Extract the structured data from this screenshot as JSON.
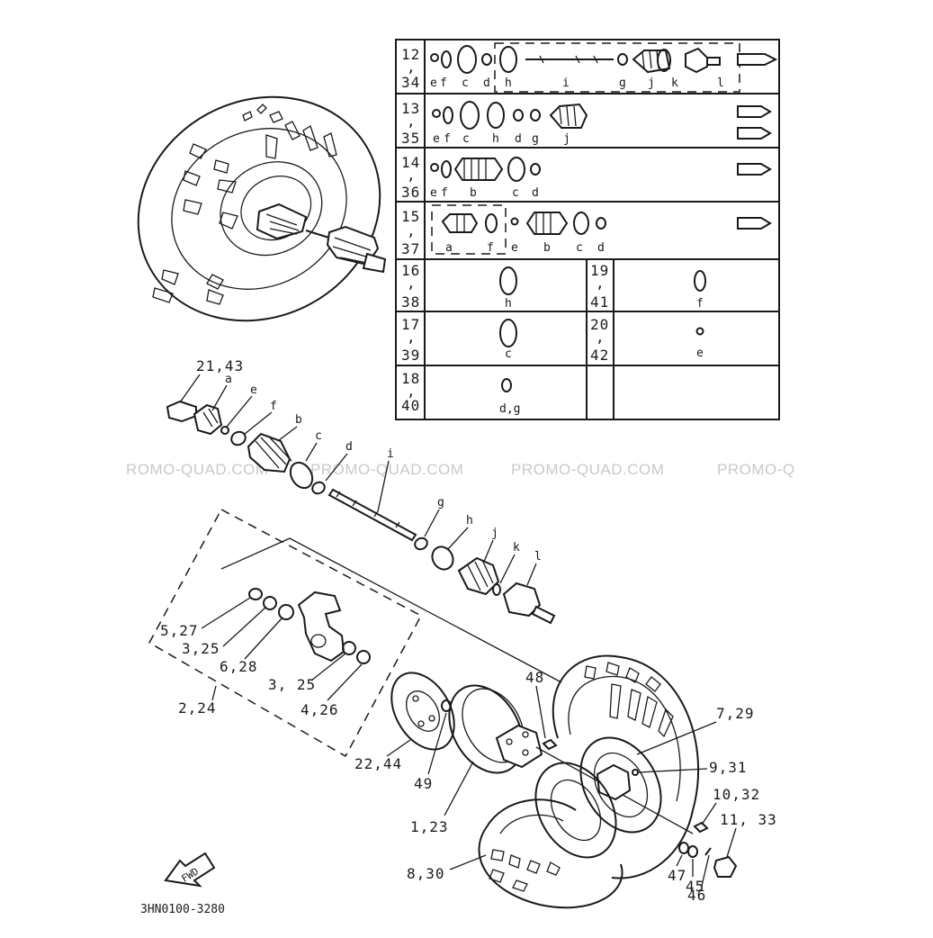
{
  "watermark": [
    "ROMO-QUAD.COM",
    "PROMO-QUAD.COM",
    "PROMO-QUAD.COM",
    "PROMO-Q"
  ],
  "diagram_code": "3HN0100-3280",
  "fwd_label": "FWD",
  "table": {
    "rows": [
      {
        "no_a": "12",
        "sep": ",",
        "no_b": "34",
        "letters": [
          "e",
          "f",
          "c",
          "d",
          "h",
          "i",
          "g",
          "j",
          "k",
          "l"
        ]
      },
      {
        "no_a": "13",
        "sep": ",",
        "no_b": "35",
        "letters": [
          "e",
          "f",
          "c",
          "h",
          "d",
          "g",
          "j"
        ]
      },
      {
        "no_a": "14",
        "sep": ",",
        "no_b": "36",
        "letters": [
          "e",
          "f",
          "b",
          "c",
          "d"
        ]
      },
      {
        "no_a": "15",
        "sep": ",",
        "no_b": "37",
        "letters": [
          "a",
          "f",
          "e",
          "b",
          "c",
          "d"
        ]
      }
    ],
    "cells": [
      {
        "no_a": "16",
        "sep": ",",
        "no_b": "38",
        "letter": "h"
      },
      {
        "no_a": "19",
        "sep": ",",
        "no_b": "41",
        "letter": "f"
      },
      {
        "no_a": "17",
        "sep": ",",
        "no_b": "39",
        "letter": "c"
      },
      {
        "no_a": "20",
        "sep": ",",
        "no_b": "42",
        "letter": "e"
      },
      {
        "no_a": "18",
        "sep": ",",
        "no_b": "40",
        "letter": "d,g"
      }
    ]
  },
  "callouts": {
    "c21_43": "21,43",
    "a": "a",
    "e": "e",
    "f": "f",
    "b": "b",
    "c": "c",
    "d": "d",
    "i": "i",
    "g": "g",
    "h": "h",
    "j": "j",
    "k": "k",
    "l": "l",
    "c5_27": "5,27",
    "c3_25a": "3,25",
    "c6_28": "6,28",
    "c3_25b": "3, 25",
    "c2_24": "2,24",
    "c4_26": "4,26",
    "c22_44": "22,44",
    "c49": "49",
    "c1_23": "1,23",
    "c48": "48",
    "c7_29": "7,29",
    "c9_31": "9,31",
    "c10_32": "10,32",
    "c11_33": "11, 33",
    "c47": "47",
    "c45": "45",
    "c46": "46",
    "c8_30": "8,30"
  }
}
